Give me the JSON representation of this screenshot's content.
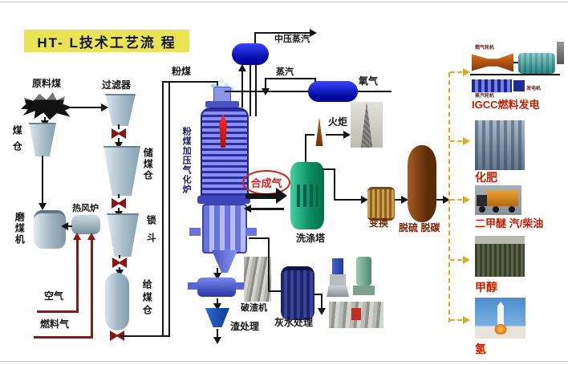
{
  "title": "HT- L技术工艺流 程",
  "coal_prep": {
    "raw_coal": "原料煤",
    "coal_bunker": "煤仓",
    "mill": "磨煤机",
    "hot_stove": "热风炉",
    "air": "空气",
    "fuel_gas": "燃料气",
    "filter": "过滤器",
    "storage_bunker": "储煤仓",
    "lock_hopper": "锁斗",
    "feed_bunker": "给煤仓",
    "pulverized_coal": "粉煤"
  },
  "gasification": {
    "gasifier": "粉煤加压气化炉",
    "syngas": "合成气",
    "mp_steam": "中压蒸汽",
    "steam": "蒸汽",
    "oxygen": "氧气",
    "flare": "火炬"
  },
  "purification": {
    "scrubber": "洗涤塔",
    "shift": "变换",
    "desulf_decarb": "脱硫 脱碳",
    "slag_crusher": "破渣机",
    "slag_treatment": "渣处理",
    "grey_water": "灰水处理"
  },
  "products": {
    "igcc": "IGCC燃料发电",
    "fertilizer": "化肥",
    "dme_diesel": "二甲醚 汽/柴油",
    "methanol": "甲醇",
    "hydrogen": "氢"
  },
  "igcc_unit": {
    "gas_turbine": "燃气轮机",
    "steam_turbine": "蒸汽轮机",
    "generator": "发电机"
  },
  "colors": {
    "title_bg": "#e8e455",
    "product_red": "#c42000",
    "line_black": "#151515",
    "pipe_red": "#8b1818",
    "dashed_gold": "#dfa920",
    "vessel_blue": "#0a14c8",
    "scrubber_green": "#0a8a60",
    "desulf_brown": "#7a3c10"
  }
}
